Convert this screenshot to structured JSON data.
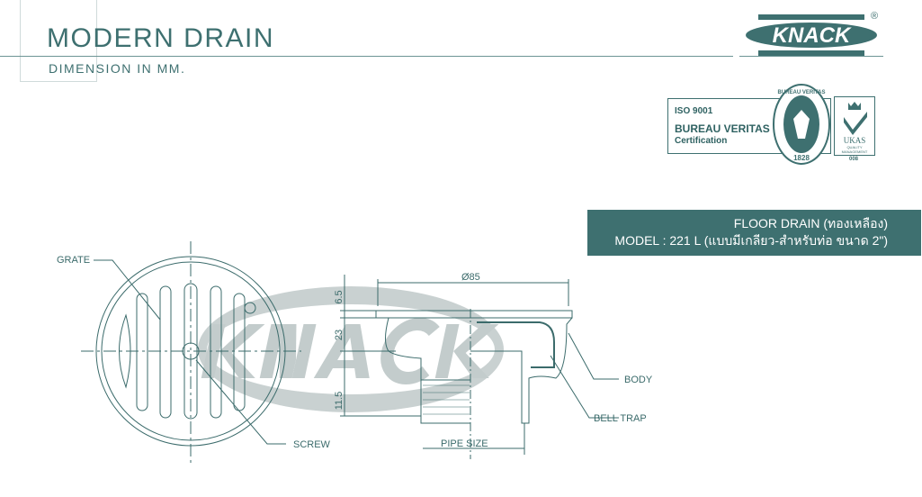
{
  "header": {
    "title": "MODERN DRAIN",
    "subtitle": "DIMENSION IN MM."
  },
  "brand": {
    "logo_text": "KNACK",
    "registered": "®"
  },
  "certification": {
    "iso": "ISO 9001",
    "body": "BUREAU VERITAS",
    "type": "Certification",
    "seal_text": "BUREAU VERITAS",
    "seal_year": "1828",
    "ukas": "UKAS",
    "ukas_sub1": "QUALITY",
    "ukas_sub2": "MANAGEMENT",
    "ukas_num": "008"
  },
  "product": {
    "line1": "FLOOR DRAIN (ทองเหลือง)",
    "line2": "MODEL : 221 L (แบบมีเกลียว-สำหรับท่อ ขนาด 2\")"
  },
  "drawing": {
    "watermark": "KNACK",
    "labels": {
      "grate": "GRATE",
      "screw": "SCREW",
      "body": "BODY",
      "bell_trap": "BELL TRAP",
      "pipe_size": "PIPE SIZE"
    },
    "dimensions": {
      "diameter": "Ø85",
      "top": "6.5",
      "middle": "23",
      "bottom": "11.5"
    }
  },
  "colors": {
    "primary": "#3e7070",
    "watermark": "#c9d1d1"
  }
}
